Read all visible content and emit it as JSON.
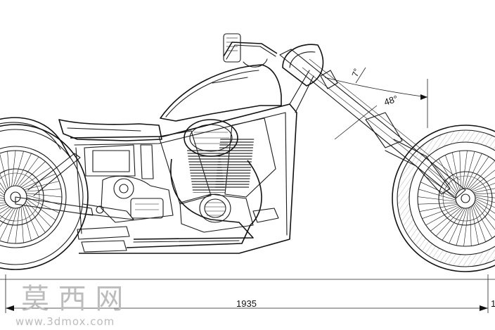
{
  "dimensions": {
    "overall_length": "1935",
    "right_edge_fragment": "1",
    "rake_angle": "48°",
    "trail_angle": "7°"
  },
  "watermark": {
    "brand_cn": "莫 西 网",
    "url": "www.3dmox.com"
  },
  "colors": {
    "line": "#1a1a1a",
    "watermark": "#bcbcbc",
    "background": "#ffffff"
  }
}
